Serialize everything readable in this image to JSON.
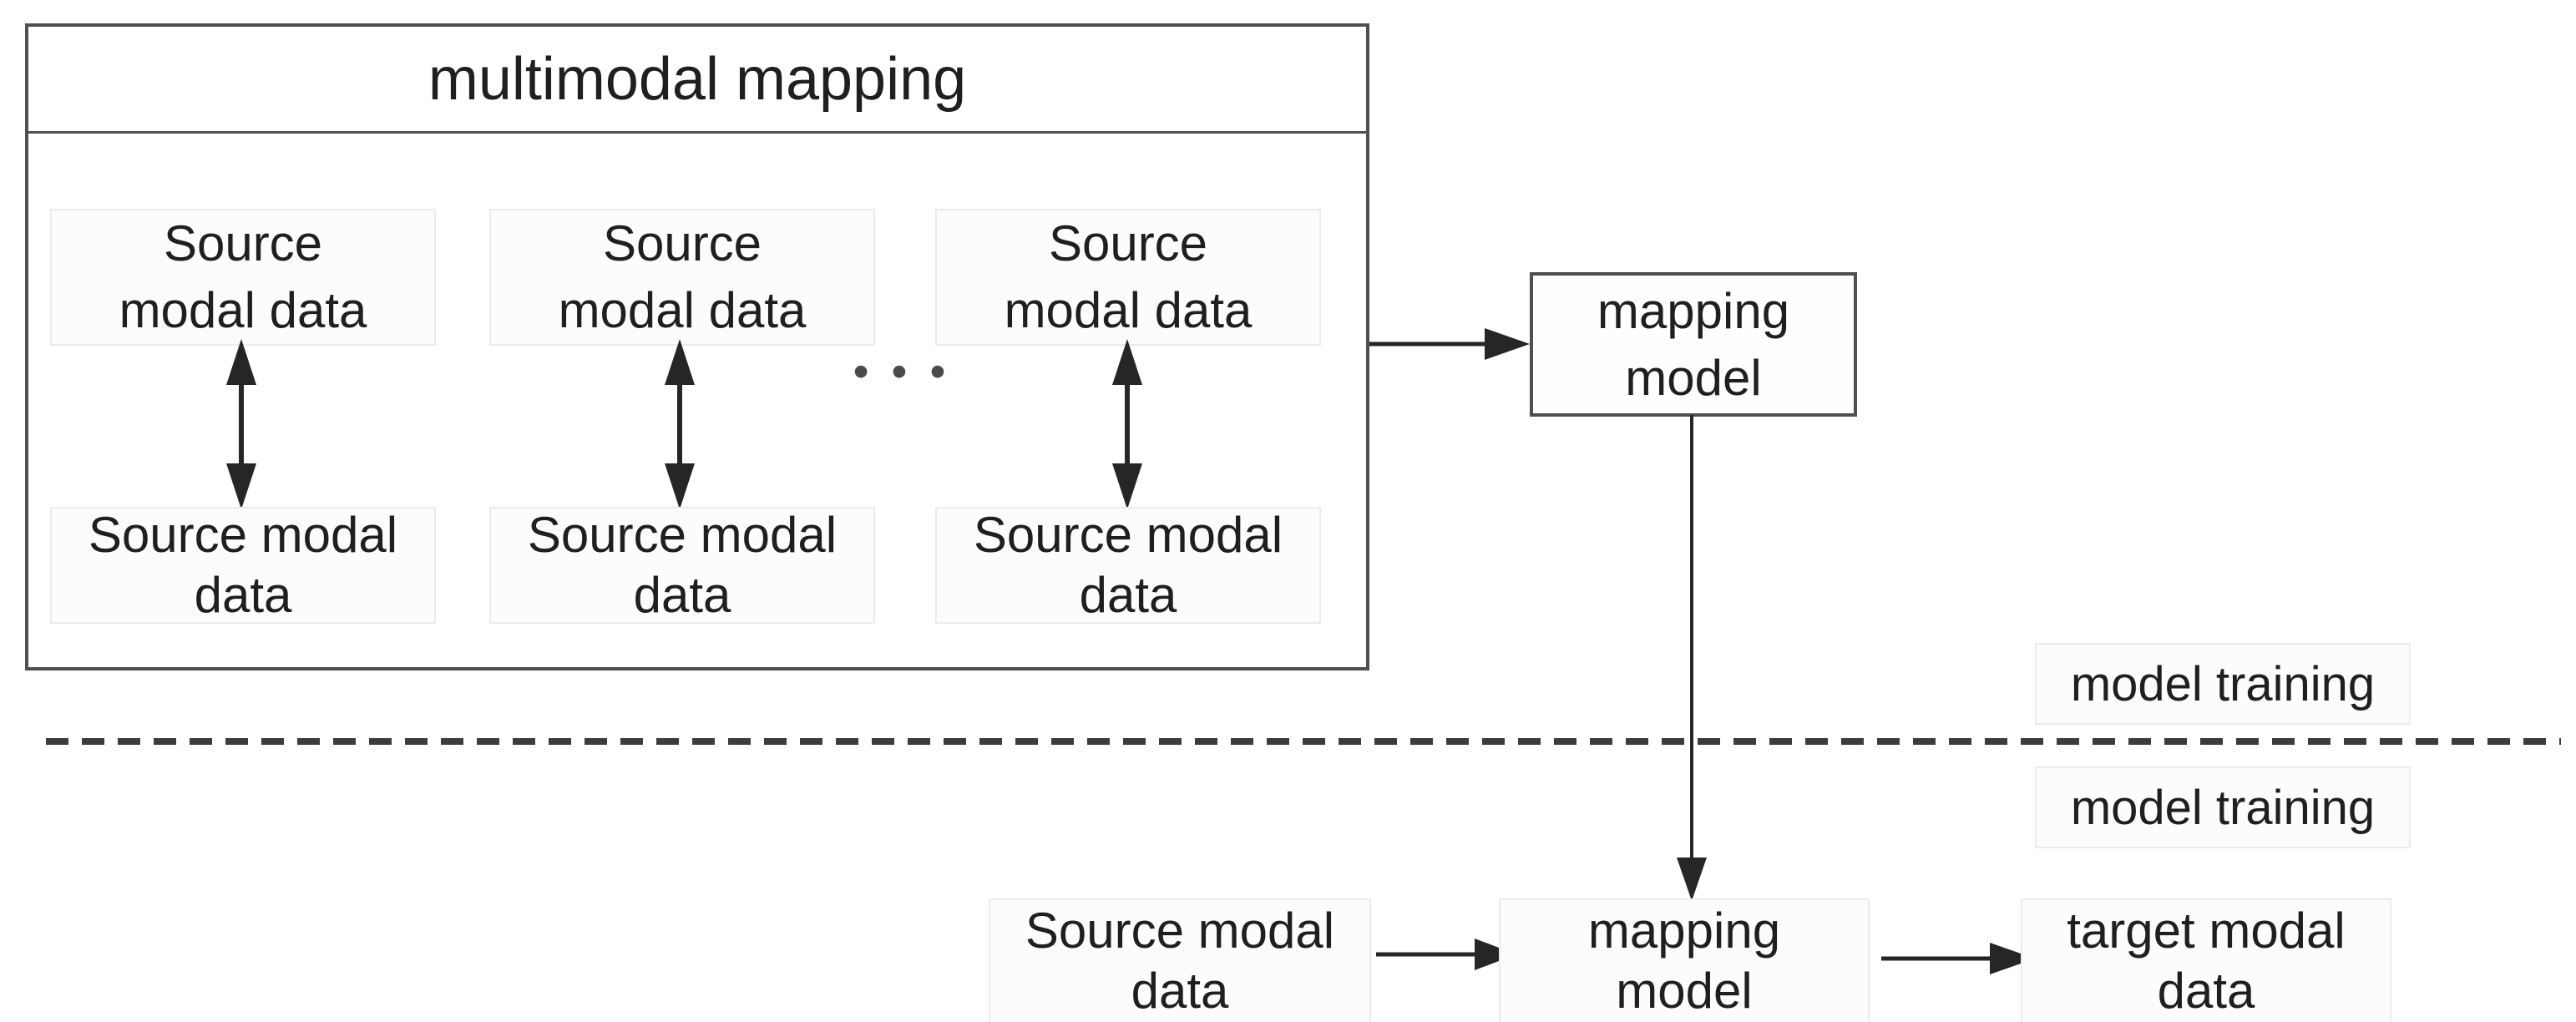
{
  "diagram": {
    "outer_box": {
      "title": "multimodal mapping"
    },
    "source_pairs": [
      {
        "top": "Source\nmodal data",
        "bottom": "Source modal\ndata"
      },
      {
        "top": "Source\nmodal data",
        "bottom": "Source modal\ndata"
      },
      {
        "top": "Source\nmodal data",
        "bottom": "Source modal\ndata"
      }
    ],
    "ellipsis": "• • •",
    "mapping_model_box": "mapping\nmodel",
    "training_label_above": "model training",
    "training_label_below": "model training",
    "bottom_flow": {
      "source": "Source modal\ndata",
      "mapping": "mapping\nmodel",
      "target": "target modal\ndata"
    },
    "icons": {
      "double_arrow": "double-headed-vertical-arrow",
      "arrow_right": "right-arrow",
      "arrow_down": "down-arrow",
      "divider": "horizontal-dashed-line"
    },
    "colors": {
      "box_border": "#4f4f4f",
      "faint_box_border": "#ebebeb",
      "arrow": "#262626",
      "dashed_line": "#3c3c3c",
      "text": "#1f1f1f",
      "background": "#ffffff"
    }
  }
}
